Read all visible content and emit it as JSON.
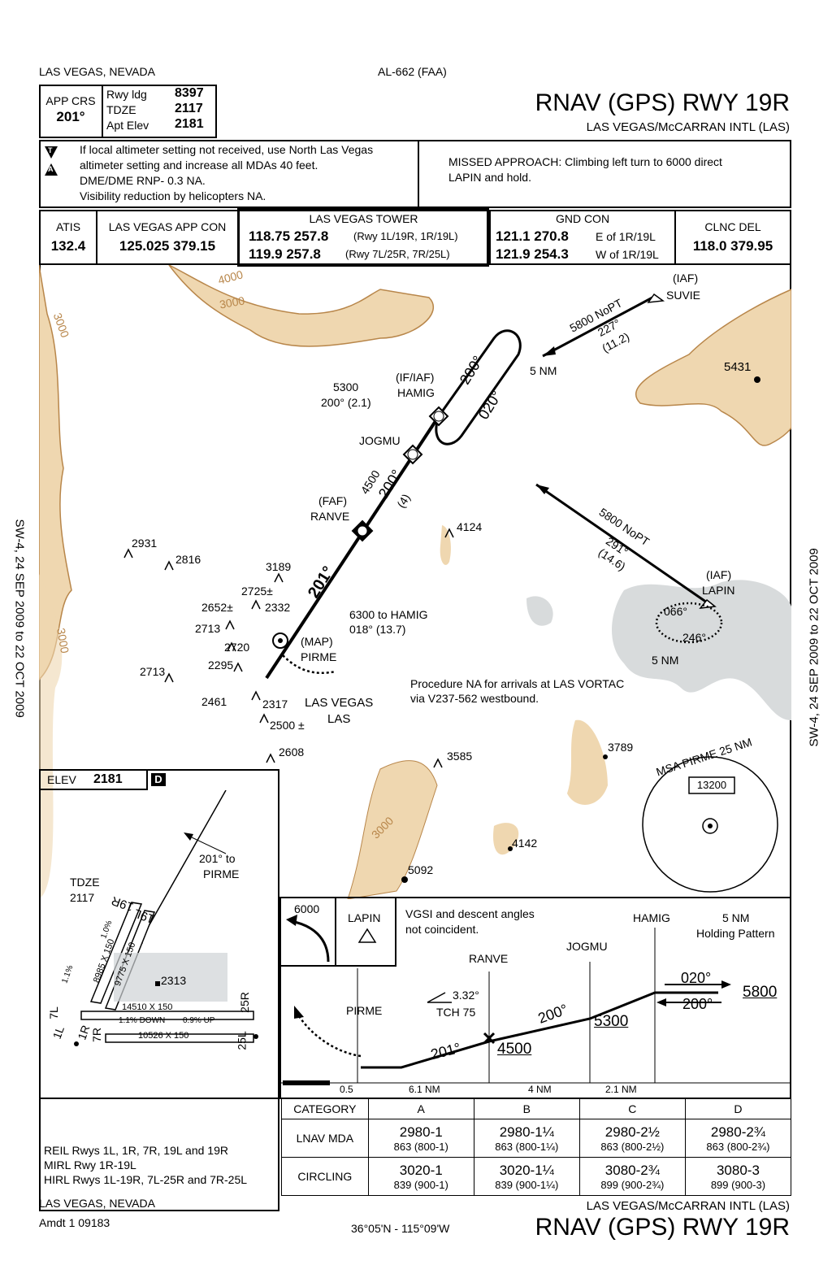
{
  "header": {
    "city_state": "LAS VEGAS, NEVADA",
    "chart_id": "AL-662 (FAA)",
    "title": "RNAV (GPS) RWY 19R",
    "airport": "LAS VEGAS/McCARRAN INTL (LAS)",
    "app_crs_label": "APP CRS",
    "app_crs_value": "201°",
    "rwy_ldg_label": "Rwy ldg",
    "rwy_ldg_value": "8397",
    "tdze_label": "TDZE",
    "tdze_value": "2117",
    "apt_elev_label": "Apt Elev",
    "apt_elev_value": "2181"
  },
  "notes": {
    "symbol_t": "T",
    "symbol_a": "A",
    "line1": "If local altimeter setting not received, use North Las Vegas",
    "line2": "altimeter setting and increase all MDAs 40 feet.",
    "line3": "DME/DME RNP- 0.3 NA.",
    "line4": "Visibility reduction by helicopters NA.",
    "missed_line1": "MISSED APPROACH: Climbing left turn to 6000 direct",
    "missed_line2": "LAPIN and hold."
  },
  "comms": {
    "atis_label": "ATIS",
    "atis_value": "132.4",
    "app_label": "LAS VEGAS APP CON",
    "app_value": "125.025  379.15",
    "tower_label": "LAS VEGAS TOWER",
    "tower_line1_freq": "118.75  257.8",
    "tower_line1_note": "(Rwy 1L/19R, 1R/19L)",
    "tower_line2_freq": "119.9  257.8",
    "tower_line2_note": "(Rwy 7L/25R, 7R/25L)",
    "gnd_label": "GND CON",
    "gnd_line1_freq": "121.1  270.8",
    "gnd_line1_note": "E of 1R/19L",
    "gnd_line2_freq": "121.9  254.3",
    "gnd_line2_note": "W of 1R/19L",
    "clnc_label": "CLNC DEL",
    "clnc_value": "118.0  379.95"
  },
  "side_text": {
    "left": "SW-4, 24 SEP 2009 to 22 OCT 2009",
    "right": "SW-4, 24 SEP 2009 to 22 OCT 2009"
  },
  "plan": {
    "suvie_iaf": "(IAF)",
    "suvie": "SUVIE",
    "suvie_leg1": "5800 NoPT",
    "suvie_leg2": "227°",
    "suvie_leg3": "(11.2)",
    "hold_nm": "5 NM",
    "hold_200": "200°",
    "hold_020": "020°",
    "hamig_if": "(IF/IAF)",
    "hamig": "HAMIG",
    "hamig_alt": "5300",
    "hamig_crs": "200° (2.1)",
    "peak_5431": "5431",
    "jogmu": "JOGMU",
    "ranve_faf": "(FAF)",
    "ranve": "RANVE",
    "seg_4500": "4500",
    "seg_200": "200°",
    "seg_4": "(4)",
    "peak_4124": "4124",
    "lapin_leg1": "5800 NoPT",
    "lapin_leg2": "291°",
    "lapin_leg3": "(14.6)",
    "lapin_iaf": "(IAF)",
    "lapin": "LAPIN",
    "lapin_hold_066": "066°",
    "lapin_hold_246": "246°",
    "lapin_hold_nm": "5 NM",
    "crs_201": "201°",
    "miss_to_hamig1": "6300 to HAMIG",
    "miss_to_hamig2": "018° (13.7)",
    "pirme_map": "(MAP)",
    "pirme": "PIRME",
    "vortac1": "LAS VEGAS",
    "vortac2": "LAS",
    "proc_na1": "Procedure NA for arrivals at LAS VORTAC",
    "proc_na2": "via V237-562 westbound.",
    "contour_4000": "4000",
    "contour_3000a": "3000",
    "contour_3000b": "3000",
    "contour_3000c": "3000",
    "contour_3000d": "3000",
    "obstacles": [
      "2931",
      "2816",
      "3189",
      "2725±",
      "2652±",
      "2332",
      "2713",
      "2720",
      "2295",
      "2713",
      "2461",
      "2317",
      "2500 ±",
      "2608"
    ],
    "peak_3585": "3585",
    "peak_3789": "3789",
    "peak_4142": "4142",
    "peak_5092": "5092",
    "msa_label": "MSA PIRME 25 NM",
    "msa_alt": "13200"
  },
  "airport_diagram": {
    "elev_label": "ELEV",
    "elev_value": "2181",
    "d_badge": "D",
    "tdze_label": "TDZE",
    "tdze_value": "2117",
    "crs_to_pirme1": "201° to",
    "crs_to_pirme2": "PIRME",
    "rwy_19r": "19R",
    "rwy_19l": "19L",
    "rwy_1l": "1L",
    "rwy_1r": "1R",
    "rwy_7l": "7L",
    "rwy_7r": "7R",
    "rwy_25r": "25R",
    "rwy_25l": "25L",
    "dim_1": "8985 X 150",
    "dim_2": "9775 X 150",
    "dim_3": "14510 X 150",
    "dim_4": "10526 X 150",
    "elev_2313": "2313",
    "grad_down": "1.1% DOWN",
    "grad_up": "0.9% UP",
    "grad_1_0": "1.0%",
    "grad_1_1": "1.1%",
    "lights_1": "REIL Rwys 1L, 1R, 7R, 19L and 19R",
    "lights_2": "MIRL Rwy 1R-19L",
    "lights_3": "HIRL Rwys 1L-19R, 7L-25R and 7R-25L"
  },
  "profile": {
    "missed_alt": "6000",
    "lapin": "LAPIN",
    "vgsi1": "VGSI and descent angles",
    "vgsi2": "not coincident.",
    "hamig": "HAMIG",
    "holding1": "5 NM",
    "holding2": "Holding Pattern",
    "jogmu": "JOGMU",
    "ranve": "RANVE",
    "angle": "3.32°",
    "tch": "TCH 75",
    "pirme": "PIRME",
    "crs_020": "020°",
    "crs_200_hold": "200°",
    "alt_5800": "5800",
    "crs_200": "200°",
    "alt_5300": "5300",
    "crs_201": "201°",
    "alt_4500": "4500",
    "dist_05": "0.5",
    "dist_61": "6.1 NM",
    "dist_4": "4 NM",
    "dist_21": "2.1 NM"
  },
  "minimums": {
    "header": [
      "CATEGORY",
      "A",
      "B",
      "C",
      "D"
    ],
    "rows": [
      {
        "label": "LNAV MDA",
        "cells": [
          [
            "2980-1",
            "863 (800-1)"
          ],
          [
            "2980-1¼",
            "863 (800-1¼)"
          ],
          [
            "2980-2½",
            "863 (800-2½)"
          ],
          [
            "2980-2¾",
            "863 (800-2¾)"
          ]
        ]
      },
      {
        "label": "CIRCLING",
        "cells": [
          [
            "3020-1",
            "839 (900-1)"
          ],
          [
            "3020-1¼",
            "839 (900-1¼)"
          ],
          [
            "3080-2¾",
            "899 (900-2¾)"
          ],
          [
            "3080-3",
            "899 (900-3)"
          ]
        ]
      }
    ]
  },
  "footer": {
    "city_state": "LAS VEGAS, NEVADA",
    "amdt": "Amdt 1  09183",
    "coords": "36°05'N - 115°09'W",
    "airport": "LAS VEGAS/McCARRAN INTL (LAS)",
    "title": "RNAV (GPS) RWY 19R"
  },
  "colors": {
    "terrain": "#efd7b0",
    "terrain_line": "#b8864a",
    "water": "#d8dbdc",
    "ink": "#000000"
  }
}
